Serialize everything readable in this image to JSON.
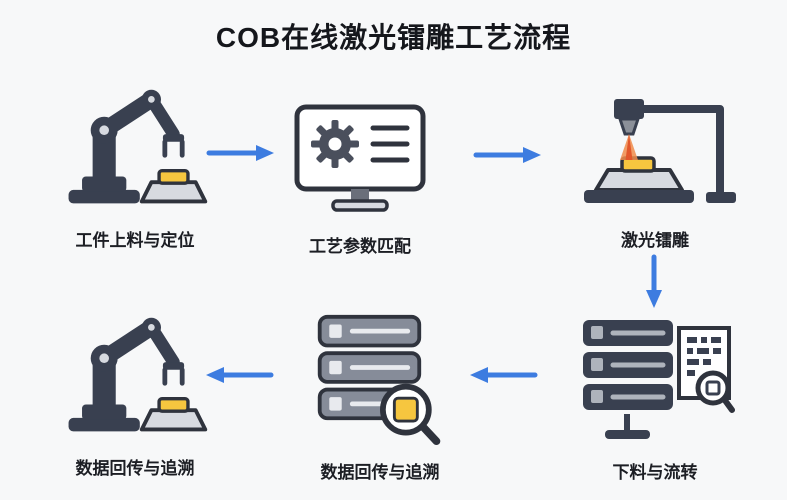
{
  "title": "COB在线激光镭雕工艺流程",
  "colors": {
    "arrow_blue": "#3d7ce0",
    "dark": "#394050",
    "accent_yellow": "#f6c63f",
    "beam_orange": "#e8703a",
    "background": "#f7f8f9"
  },
  "steps": [
    {
      "label": "工件上料与定位",
      "icon": "robot-arm-icon"
    },
    {
      "label": "工艺参数匹配",
      "icon": "monitor-gear-icon"
    },
    {
      "label": "激光镭雕",
      "icon": "laser-marking-machine-icon"
    },
    {
      "label": "下料与流转",
      "icon": "server-document-magnifier-icon"
    },
    {
      "label": "数据回传与追溯",
      "icon": "server-magnifier-icon"
    },
    {
      "label": "数据回传与追溯",
      "icon": "robot-arm-icon"
    }
  ],
  "arrows": [
    {
      "direction": "right",
      "from": "工件上料与定位",
      "to": "工艺参数匹配"
    },
    {
      "direction": "right",
      "from": "工艺参数匹配",
      "to": "激光镭雕"
    },
    {
      "direction": "down",
      "from": "激光镭雕",
      "to": "下料与流转"
    },
    {
      "direction": "left",
      "from": "下料与流转",
      "to": "数据回传与追溯"
    },
    {
      "direction": "left",
      "from": "数据回传与追溯",
      "to": "数据回传与追溯"
    }
  ]
}
